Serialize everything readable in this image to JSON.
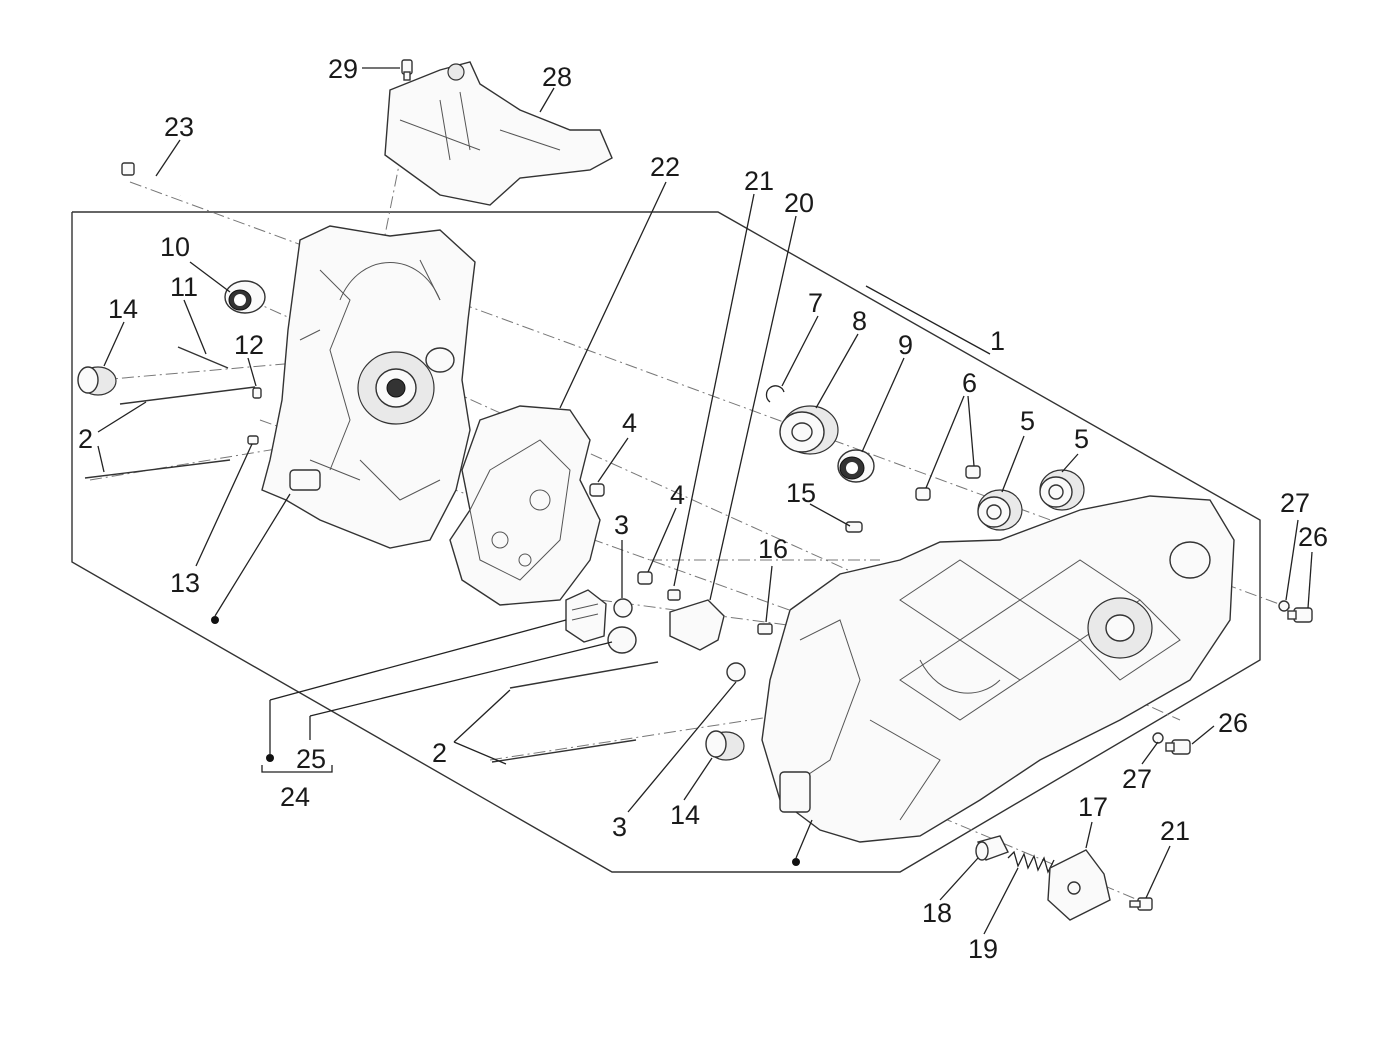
{
  "callouts": {
    "c1": "1",
    "c2a": "2",
    "c2b": "2",
    "c3a": "3",
    "c3b": "3",
    "c4a": "4",
    "c4b": "4",
    "c5a": "5",
    "c5b": "5",
    "c6": "6",
    "c7": "7",
    "c8": "8",
    "c9": "9",
    "c10": "10",
    "c11": "11",
    "c12": "12",
    "c13": "13",
    "c14a": "14",
    "c14b": "14",
    "c15": "15",
    "c16": "16",
    "c17": "17",
    "c18": "18",
    "c19": "19",
    "c20": "20",
    "c21a": "21",
    "c21b": "21",
    "c22": "22",
    "c23": "23",
    "c24": "24",
    "c25": "25",
    "c26a": "26",
    "c26b": "26",
    "c27a": "27",
    "c27b": "27",
    "c28": "28",
    "c29": "29"
  }
}
